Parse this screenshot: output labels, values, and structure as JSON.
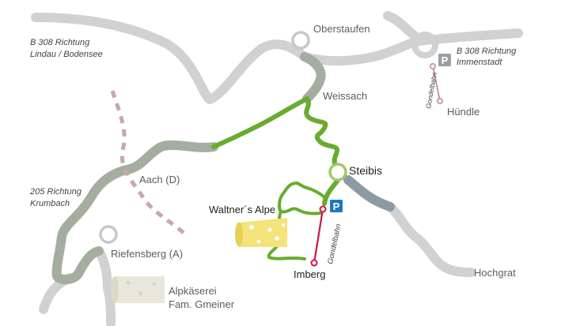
{
  "colors": {
    "road_grey": "#cfd1d2",
    "road_grey_green": "#a3aea0",
    "route_green": "#67ac2e",
    "town_ring_grey": "#c5c7c8",
    "town_ring_green": "#a4c76b",
    "gondola_red": "#d1143f",
    "gondola_pink": "#c697a4",
    "parking_blue": "#1f78b8",
    "parking_grey": "#98a0a3",
    "dashed_road": "#c9a7a8",
    "cheese_yellow": "#f6e27a",
    "cheese_cream": "#e9e7db",
    "text_dark": "#222222",
    "text_grey": "#5c5c5c",
    "text_italic": "#444444"
  },
  "labels": {
    "oberstaufen": "Oberstaufen",
    "weissach": "Weissach",
    "steibis": "Steibis",
    "aach": "Aach (D)",
    "riefensberg": "Riefensberg (A)",
    "waltners_alpe": "Waltner´s Alpe",
    "imberg": "Imberg",
    "hochgrat": "Hochgrat",
    "huendle": "Hündle",
    "alpkaeserei_line1": "Alpkäserei",
    "alpkaeserei_line2": "Fam. Gmeiner",
    "b308_west_line1": "B 308 Richtung",
    "b308_west_line2": "Lindau / Bodensee",
    "b308_east_line1": "B 308 Richtung",
    "b308_east_line2": "Immenstadt",
    "r205_line1": "205 Richtung",
    "r205_line2": "Krumbach",
    "gondelbahn_main": "Gondelbahn",
    "gondelbahn_huendle": "Gondelbahn",
    "parking_letter": "P"
  },
  "icons": {
    "parking": "parking-sign-icon",
    "cheese_destination": "cheese-wedge-icon",
    "cheese_dairy": "cheese-block-icon",
    "town": "town-ring-icon",
    "gondola_station": "gondola-station-icon"
  }
}
